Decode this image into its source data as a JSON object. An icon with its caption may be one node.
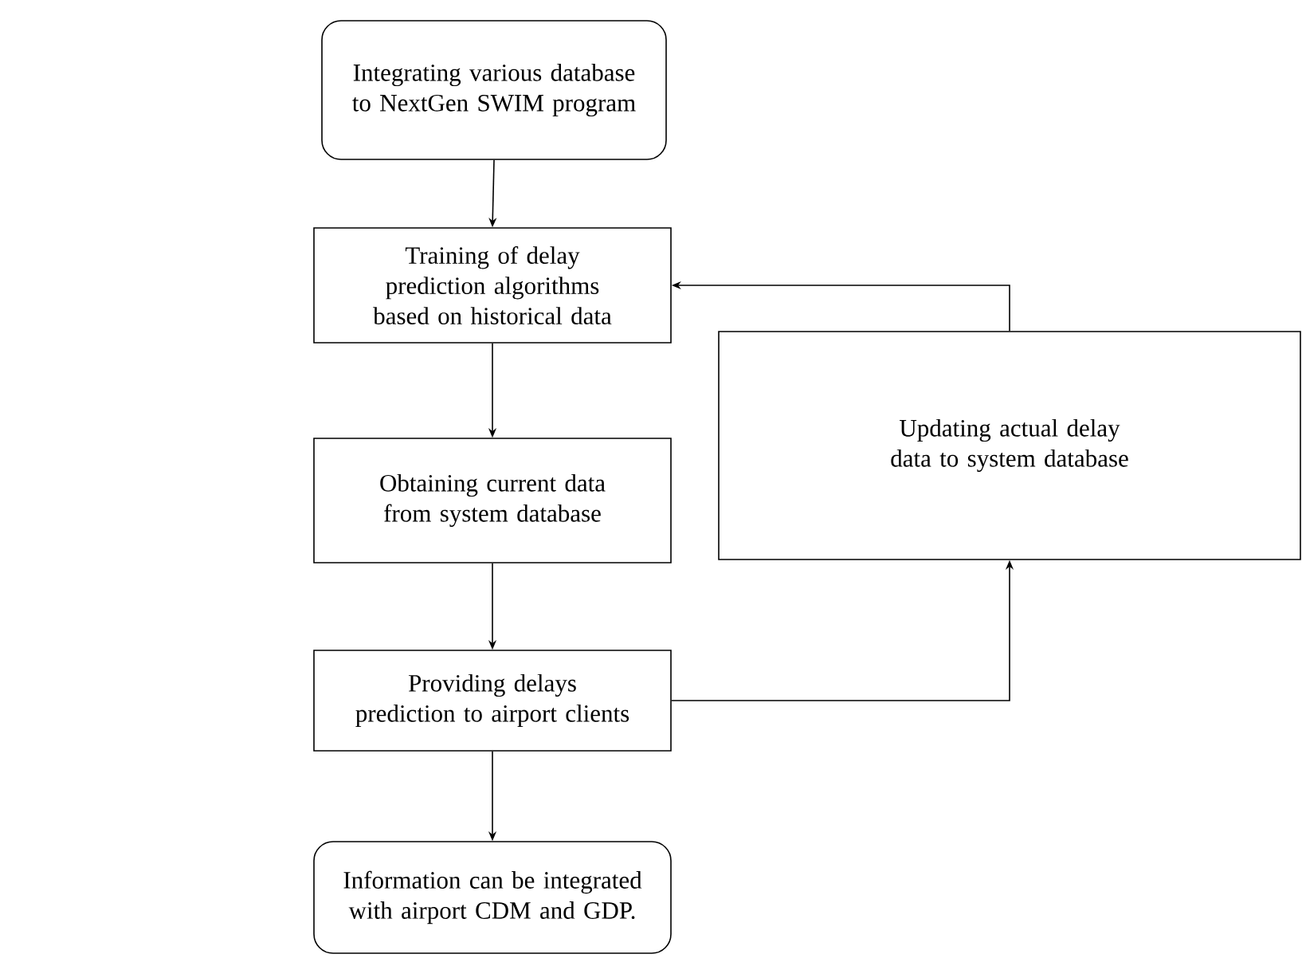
{
  "diagram": {
    "nodes": [
      {
        "text": [
          "Integrating various database to NextGen SWIM program"
        ]
      },
      {
        "text": [
          "Training of delay prediction algorithms based on historical data"
        ]
      },
      {
        "text": [
          "Obtaining current data from system database"
        ]
      },
      {
        "text": [
          "Providing delays prediction to airport clients"
        ]
      },
      {
        "text": [
          "Information can be integrated with airport CDM and GDP."
        ]
      },
      {
        "text": [
          "Updating actual delay data to system database"
        ]
      }
    ],
    "edges": [
      {
        "from": 0,
        "to": 1,
        "arrow": "to"
      },
      {
        "from": 1,
        "to": 2,
        "arrow": "to"
      },
      {
        "from": 2,
        "to": 3,
        "arrow": "to"
      },
      {
        "from": 3,
        "to": 4,
        "arrow": "to"
      },
      {
        "from": 3,
        "to": 5,
        "arrow": "to"
      },
      {
        "from": 5,
        "to": 1,
        "arrow": "to"
      }
    ]
  }
}
